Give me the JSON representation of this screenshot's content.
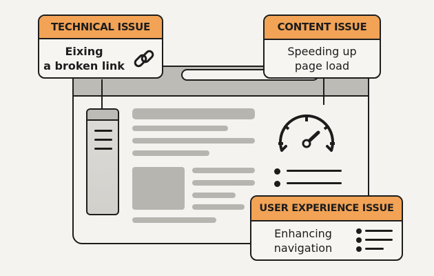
{
  "callouts": {
    "technical": {
      "title": "TECHNICAL ISSUE",
      "line1": "Eixing",
      "line2": "a broken link",
      "icon": "link-icon"
    },
    "content": {
      "title": "CONTENT ISSUE",
      "line1": "Speeding up",
      "line2": "page load",
      "icon": "speedometer-icon"
    },
    "ux": {
      "title": "USER EXPERIENCE ISSUE",
      "line1": "Enhancing",
      "line2": "navigation",
      "icon": "list-icon"
    }
  },
  "colors": {
    "accent": "#f2a356",
    "outline": "#1c1c1c",
    "placeholder": "#b7b5b0",
    "background": "#f5f3ef"
  }
}
